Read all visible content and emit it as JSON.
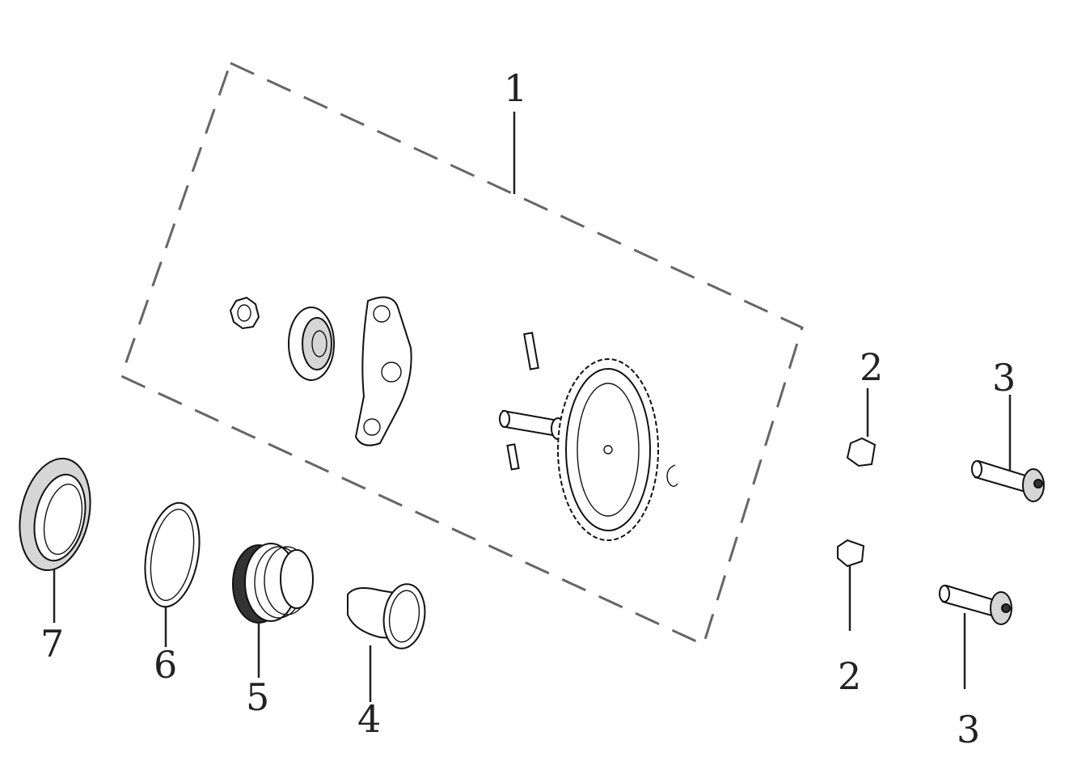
{
  "diagram": {
    "callouts": [
      {
        "id": "c1",
        "label": "1"
      },
      {
        "id": "c2a",
        "label": "2"
      },
      {
        "id": "c2b",
        "label": "2"
      },
      {
        "id": "c3a",
        "label": "3"
      },
      {
        "id": "c3b",
        "label": "3"
      },
      {
        "id": "c4",
        "label": "4"
      },
      {
        "id": "c5",
        "label": "5"
      },
      {
        "id": "c6",
        "label": "6"
      },
      {
        "id": "c7",
        "label": "7"
      }
    ],
    "colors": {
      "line": "#222222",
      "box": "#666666",
      "background": "#ffffff"
    }
  }
}
